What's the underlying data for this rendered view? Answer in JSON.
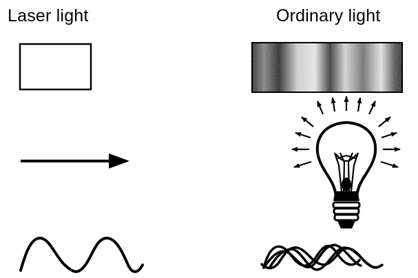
{
  "left": {
    "heading": "Laser light"
  },
  "right": {
    "heading": "Ordinary light"
  },
  "colors": {
    "ink": "#000000",
    "background": "#ffffff"
  },
  "icons": {
    "laser_beam_box": "plain-rectangle",
    "ordinary_beam_box": "grainy-shaded-rectangle",
    "laser_direction": "right-arrow-icon",
    "bulb": "light-bulb-icon",
    "laser_wave": "single-sine-wave",
    "ordinary_wave": "tangled-multiple-waves"
  }
}
